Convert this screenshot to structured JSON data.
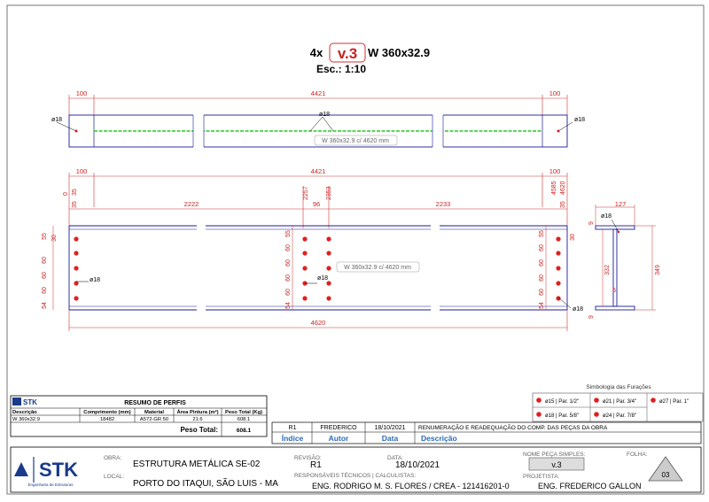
{
  "header": {
    "qty": "4x",
    "version": "v.3",
    "profile": "W 360x32.9",
    "scale": "Esc.: 1:10"
  },
  "top_view": {
    "dims": [
      "100",
      "4421",
      "100"
    ],
    "holes": [
      "ø18",
      "ø18",
      "ø18"
    ],
    "callout": "W 360x32.9 c/ 4620 mm"
  },
  "front_view": {
    "top_dims": [
      "100",
      "4421",
      "100"
    ],
    "vertical_labels": [
      "0",
      "35",
      "35",
      "2257",
      "2353",
      "4585",
      "4620",
      "35"
    ],
    "segment_dims": [
      "2222",
      "96",
      "2233"
    ],
    "left_spacing": [
      "55",
      "30",
      "60",
      "60",
      "60",
      "54"
    ],
    "mid_spacing": [
      "55",
      "60",
      "60",
      "60",
      "60",
      "54"
    ],
    "right_spacing": [
      "55",
      "60",
      "60",
      "60",
      "60",
      "54"
    ],
    "right_side": "30",
    "holes": [
      "ø18",
      "ø18",
      "ø18"
    ],
    "callout": "W 360x32.9 c/ 4620 mm",
    "overall": "4620"
  },
  "section": {
    "width": "127",
    "hole": "ø18",
    "flange_t": [
      "9",
      "9"
    ],
    "web_h": "332",
    "total_h": "349",
    "web_t": "6"
  },
  "summary": {
    "logo": "STK",
    "title": "RESUMO DE PERFIS",
    "headers": [
      "Descrição",
      "Comprimento (mm)",
      "Material",
      "Área Pintura (m²)",
      "Peso Total (Kg)"
    ],
    "row": [
      "W 360x32.9",
      "18482",
      "A572-GR 50",
      "21.6",
      "608.1"
    ],
    "total_label": "Peso Total:",
    "total_value": "608.1"
  },
  "symbols": {
    "title": "Simbologia das Furações",
    "items": [
      "ø15 | Par. 1/2\"",
      "ø21 | Par. 3/4\"",
      "ø27 | Par. 1\"",
      "ø18 | Par. 5/8\"",
      "ø24 | Par. 7/8\""
    ]
  },
  "revision": {
    "rev": "R1",
    "author": "FREDERICO",
    "date": "18/10/2021",
    "desc": "RENUMERAÇÃO E READEQUAÇÃO DO COMP. DAS PEÇAS DA OBRA",
    "headers": [
      "Índice",
      "Autor",
      "Data",
      "Descrição"
    ]
  },
  "title_block": {
    "logo": "STK",
    "logo_sub": "Engenharia de Estruturas",
    "obra_label": "OBRA:",
    "obra": "ESTRUTURA METÁLICA SE-02",
    "local_label": "LOCAL:",
    "local": "PORTO DO ITAQUI, SÃO LUIS - MA",
    "revisao_label": "REVISÃO:",
    "revisao": "R1",
    "data_label": "DATA:",
    "data": "18/10/2021",
    "resp_label": "RESPONSÁVEIS TÉCNICOS | CALCULISTAS:",
    "resp": "ENG. RODRIGO M. S. FLORES / CREA - 121416201-0",
    "projetista_label": "PROJETISTA:",
    "projetista": "ENG. FREDERICO GALLON",
    "peca_label": "NOME PEÇA SIMPLES:",
    "peca": "v.3",
    "folha_label": "FOLHA:",
    "folha": "03"
  }
}
